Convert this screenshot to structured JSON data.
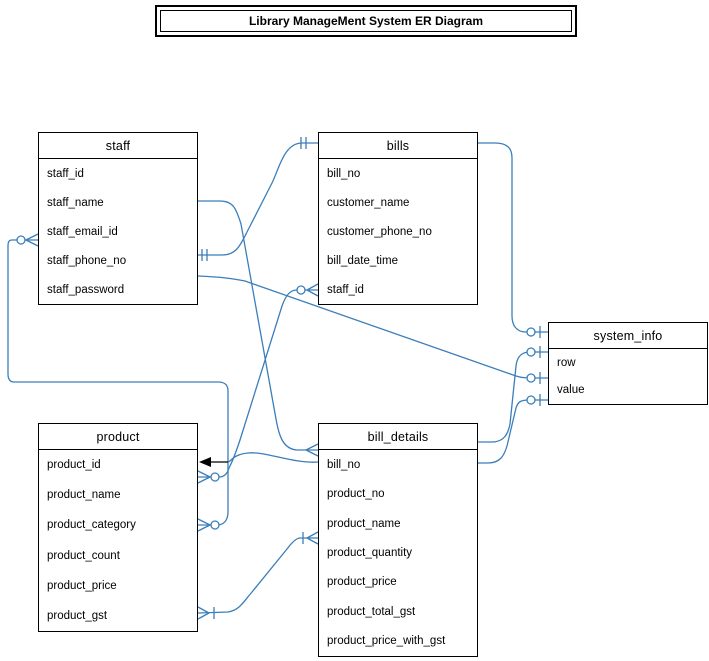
{
  "diagram_title": "Library ManageMent System ER Diagram",
  "colors": {
    "connector": "#3b7eba",
    "entity_border": "#000000",
    "entity_fill": "#ffffff",
    "text": "#000000",
    "annotation_arrow": "#000000"
  },
  "entities": {
    "staff": {
      "title": "staff",
      "rows": [
        "staff_id",
        "staff_name",
        "staff_email_id",
        "staff_phone_no",
        "staff_password"
      ]
    },
    "bills": {
      "title": "bills",
      "rows": [
        "bill_no",
        "customer_name",
        "customer_phone_no",
        "bill_date_time",
        "staff_id"
      ]
    },
    "product": {
      "title": "product",
      "rows": [
        "product_id",
        "product_name",
        "product_category",
        "product_count",
        "product_price",
        "product_gst"
      ]
    },
    "bill_details": {
      "title": "bill_details",
      "rows": [
        "bill_no",
        "product_no",
        "product_name",
        "product_quantity",
        "product_price",
        "product_total_gst",
        "product_price_with_gst"
      ]
    },
    "system_info": {
      "title": "system_info",
      "rows": [
        "row",
        "value"
      ]
    }
  },
  "relationships": [
    {
      "id": "staff-to-bill_details",
      "from": "staff.staff_name",
      "to": "bill_details.bill_no",
      "end_marker": "many"
    },
    {
      "id": "staff-to-bills-title",
      "from": "staff.staff_phone_no",
      "to": "bills",
      "start_marker": "one",
      "end_marker": "one"
    },
    {
      "id": "staff-to-system_info-value",
      "from": "staff.staff_password",
      "to": "system_info.value",
      "end_marker": "zero-one"
    },
    {
      "id": "staff-to-product_category",
      "from": "staff.staff_email_id",
      "to": "product.product_category",
      "start_marker": "zero-many",
      "end_marker": "zero-many"
    },
    {
      "id": "bills-staff_id-to-product",
      "from": "bills.staff_id",
      "to": "product.product_name",
      "start_marker": "zero-many",
      "end_marker": "zero-many"
    },
    {
      "id": "bill_details-bill_no-to-product_id",
      "from": "bill_details.bill_no",
      "to": "product.product_id",
      "end_marker": "arrow"
    },
    {
      "id": "product_gst-to-product_quantity",
      "from": "product.product_gst",
      "to": "bill_details.product_quantity",
      "start_marker": "one-many",
      "end_marker": "one-many"
    },
    {
      "id": "bills-to-system_info-row",
      "from": "bills",
      "to": "system_info.row",
      "end_marker": "zero-one"
    },
    {
      "id": "bill_details-title-to-system_info",
      "from": "bill_details",
      "to": "system_info.row",
      "end_marker": "zero-one"
    },
    {
      "id": "bill_details-bill_no-to-system_info",
      "from": "bill_details.bill_no",
      "to": "system_info.value",
      "end_marker": "zero-one"
    }
  ]
}
